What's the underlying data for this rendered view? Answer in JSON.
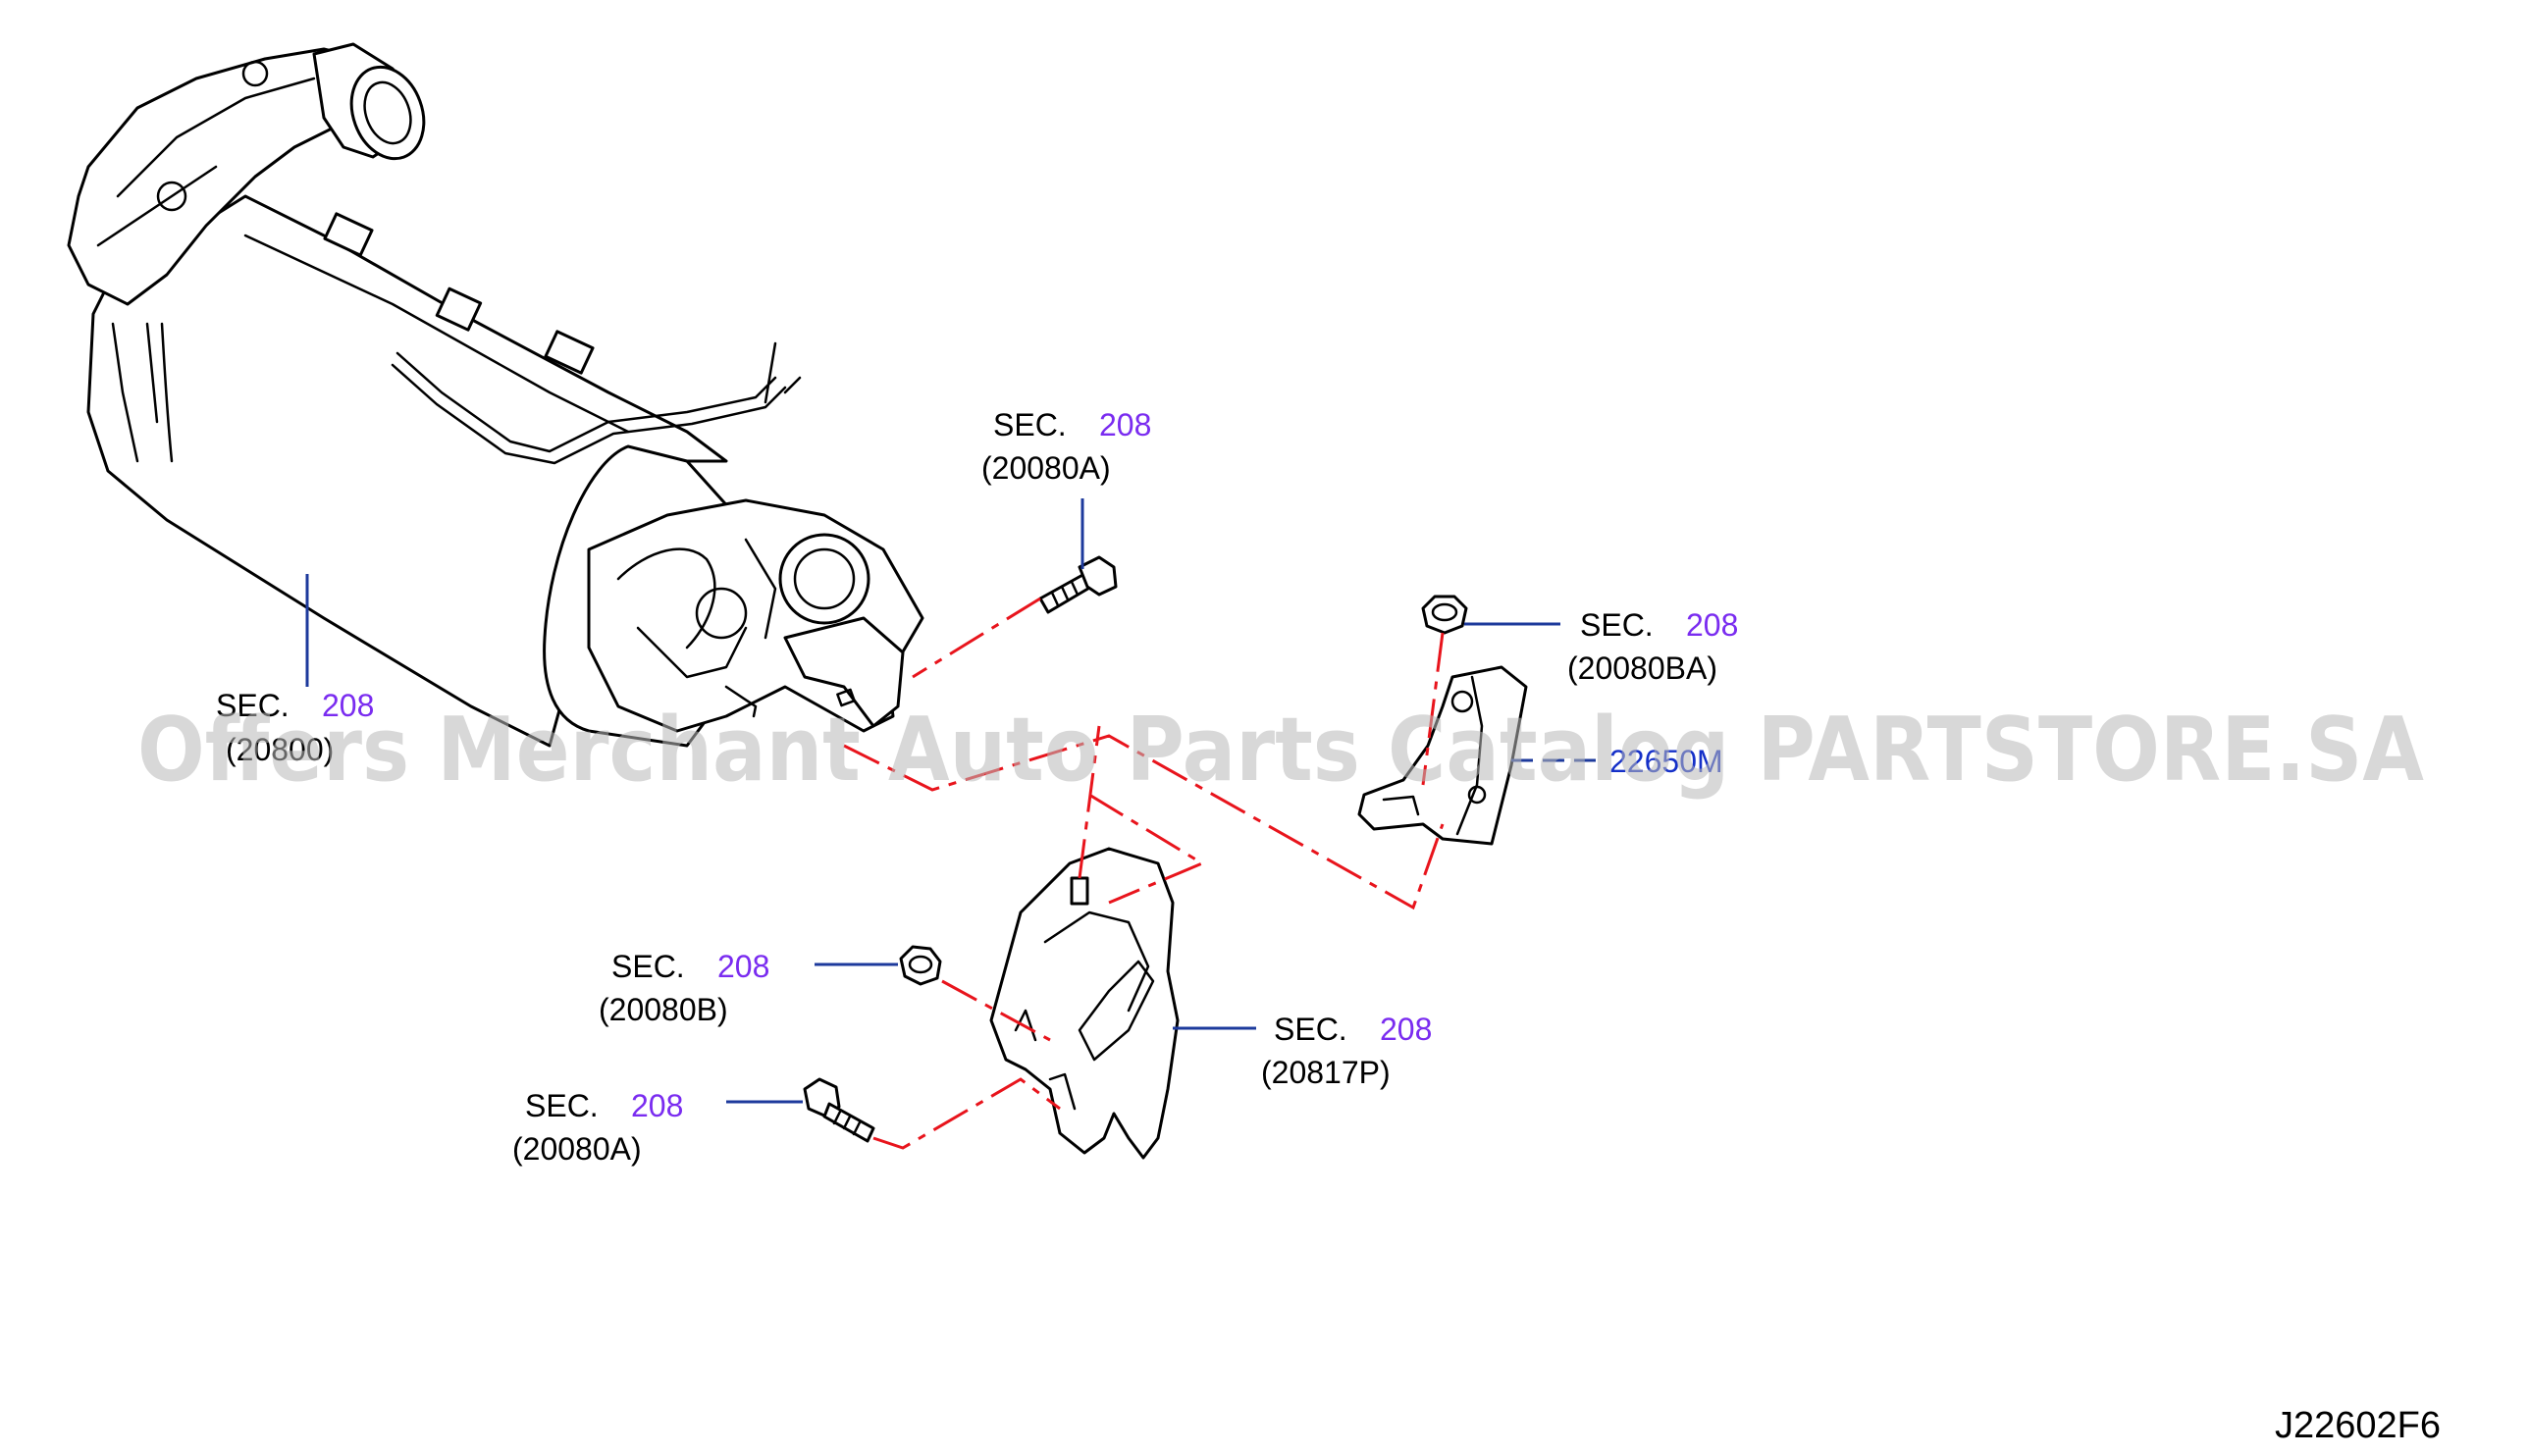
{
  "diagram_code": "J22602F6",
  "watermark": "Offers Merchant Auto Parts Catalog PARTSTORE.SA",
  "callouts": [
    {
      "id": "bolt-top",
      "sec_label": "SEC.",
      "sec_number": "208",
      "part_number": "(20080A)"
    },
    {
      "id": "nut-right",
      "sec_label": "SEC.",
      "sec_number": "208",
      "part_number": "(20080BA)"
    },
    {
      "id": "converter",
      "sec_label": "SEC.",
      "sec_number": "208",
      "part_number": "(20800)"
    },
    {
      "id": "sensor",
      "part_number": "22650M"
    },
    {
      "id": "nut-left",
      "sec_label": "SEC.",
      "sec_number": "208",
      "part_number": "(20080B)"
    },
    {
      "id": "bracket",
      "sec_label": "SEC.",
      "sec_number": "208",
      "part_number": "(20817P)"
    },
    {
      "id": "bolt-bottom",
      "sec_label": "SEC.",
      "sec_number": "208",
      "part_number": "(20080A)"
    }
  ],
  "colors": {
    "line": "#000000",
    "leader": "#1d3a9c",
    "dashed_link": "#e8141c",
    "sec_number": "#7a2cf0",
    "part_number_blue": "#1530c8",
    "watermark": "#b8b8b8"
  }
}
